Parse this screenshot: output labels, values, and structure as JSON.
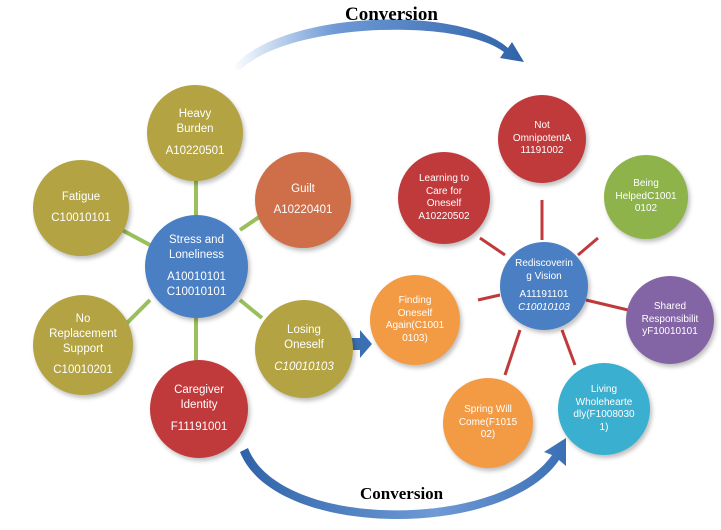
{
  "titles": {
    "top": "Conversion",
    "bottom": "Conversion"
  },
  "colors": {
    "olive": "#b3a343",
    "salmon": "#cf6f4a",
    "blue": "#4a7fc4",
    "crimson": "#c0393b",
    "orange": "#f39a45",
    "purple": "#8365a6",
    "green": "#8db34a",
    "teal": "#3aafcf",
    "arrow": "#3b6fb4"
  },
  "nodes": {
    "heavy_burden": {
      "lines": [
        "Heavy",
        "Burden",
        "",
        "A10220501"
      ]
    },
    "fatigue": {
      "lines": [
        "Fatigue",
        "",
        "C10010101"
      ]
    },
    "guilt": {
      "lines": [
        "Guilt",
        "",
        "A10220401"
      ]
    },
    "stress": {
      "lines": [
        "Stress and",
        "Loneliness",
        "",
        "A10010101",
        "C10010101"
      ]
    },
    "no_replacement": {
      "lines": [
        "No",
        "Replacement",
        "Support",
        "",
        "C10010201"
      ]
    },
    "losing_oneself": {
      "lines": [
        "Losing",
        "Oneself",
        "",
        "C10010103"
      ]
    },
    "caregiver_identity": {
      "lines": [
        "Caregiver",
        "Identity",
        "",
        "F11191001"
      ]
    },
    "not_omnipotent": {
      "lines": [
        "Not",
        "OmnipotentA",
        "11191002"
      ]
    },
    "learning_to_care": {
      "lines": [
        "Learning to",
        "Care for",
        "Oneself",
        "A10220502"
      ]
    },
    "being_helped": {
      "lines": [
        "Being",
        "HelpedC1001",
        "0102"
      ]
    },
    "rediscovering": {
      "lines": [
        "Rediscoverin",
        "g Vision",
        "",
        "A11191101",
        "C10010103"
      ]
    },
    "finding_oneself": {
      "lines": [
        "Finding",
        "Oneself",
        "Again(C1001",
        "0103)"
      ]
    },
    "shared_responsibility": {
      "lines": [
        "Shared",
        "Responsibilit",
        "yF10010101"
      ]
    },
    "spring_will_come": {
      "lines": [
        "Spring Will",
        "Come(F1015",
        "02)"
      ]
    },
    "living_wholeheartedly": {
      "lines": [
        "Living",
        "Wholehearte",
        "dly(F1008030",
        "1)"
      ]
    }
  }
}
